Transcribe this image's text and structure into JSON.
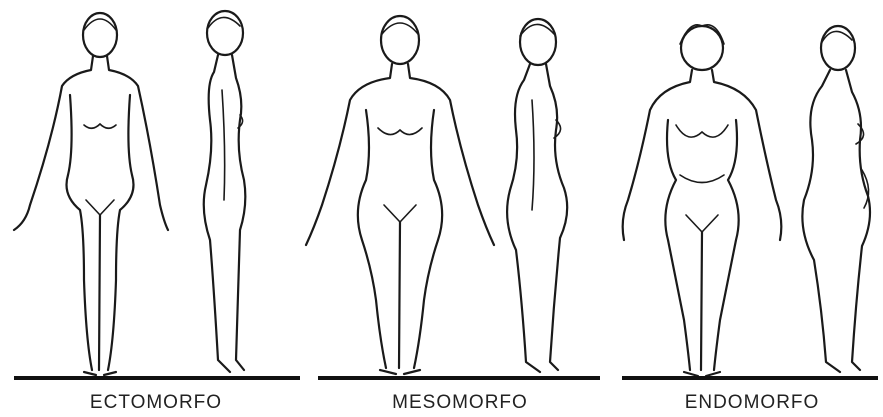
{
  "panels": [
    {
      "id": "ectomorph",
      "label": "ECTOMORFO"
    },
    {
      "id": "mesomorph",
      "label": "MESOMORFO"
    },
    {
      "id": "endomorph",
      "label": "ENDOMORFO"
    }
  ]
}
